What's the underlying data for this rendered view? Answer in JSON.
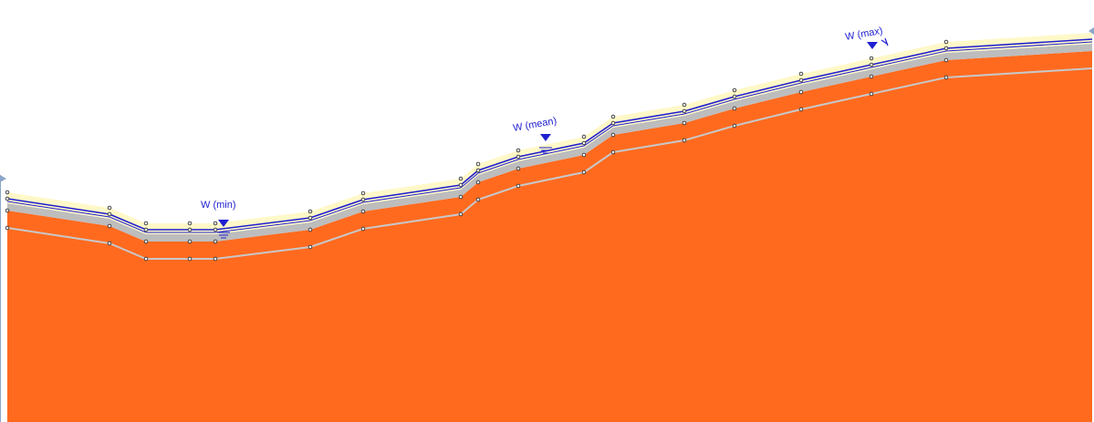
{
  "section": {
    "colors": {
      "background": "#ffffff",
      "soil_main": "#ff6a1f",
      "soil_upper": "#ff6a1f",
      "gray_layer": "#bdbdbd",
      "surface_layer": "#fff8c8",
      "water_line": "#1f1fd0",
      "boundary_line": "#c8c8c8",
      "vertex": "#ffffff"
    },
    "water_levels": [
      {
        "label": "W (min)"
      },
      {
        "label": "W (mean)"
      },
      {
        "label": "W (max)"
      }
    ]
  }
}
